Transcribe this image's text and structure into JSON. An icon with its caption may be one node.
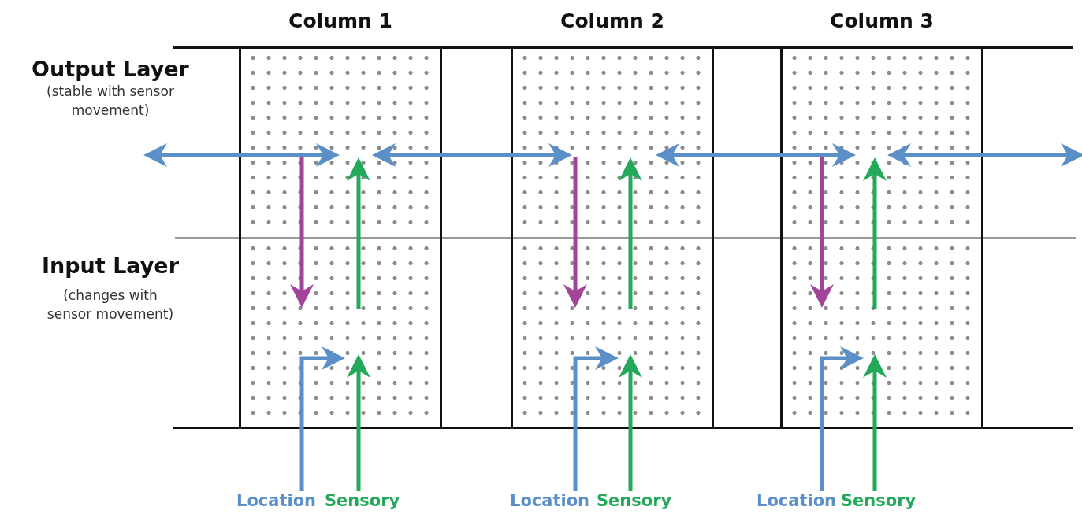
{
  "diagram": {
    "nodes": [
      {
        "text": [
          "Column 1"
        ]
      },
      {
        "text": [],
        "shape": "box",
        "in": 0
      },
      {
        "text": [],
        "shape": "box",
        "in": 0
      },
      {
        "text": [
          "Column 2"
        ]
      },
      {
        "text": [],
        "shape": "box",
        "in": 3
      },
      {
        "text": [],
        "shape": "box",
        "in": 3
      },
      {
        "text": [
          "Column 3"
        ]
      },
      {
        "text": [],
        "shape": "box",
        "in": 6
      },
      {
        "text": [],
        "shape": "box",
        "in": 6
      },
      {
        "text": [
          "Location"
        ]
      },
      {
        "text": [
          "Sensory"
        ]
      },
      {
        "text": [
          "Location"
        ]
      },
      {
        "text": [
          "Sensory"
        ]
      },
      {
        "text": [
          "Location"
        ]
      },
      {
        "text": [
          "Sensory"
        ]
      }
    ],
    "edges": [
      {
        "from": null,
        "to": 1,
        "arrow": "both"
      },
      {
        "from": 1,
        "to": 4,
        "arrow": "both"
      },
      {
        "from": 4,
        "to": 7,
        "arrow": "both"
      },
      {
        "from": 7,
        "to": null,
        "arrow": "both"
      },
      {
        "from": 1,
        "to": 2,
        "arrow": "to",
        "color": "#a2449a"
      },
      {
        "from": 2,
        "to": 1,
        "arrow": "to",
        "color": "#24a85a"
      },
      {
        "from": 9,
        "to": 2,
        "arrow": "to"
      },
      {
        "from": 10,
        "to": 2,
        "arrow": "to",
        "color": "#24a85a"
      },
      {
        "from": 4,
        "to": 5,
        "arrow": "to",
        "color": "#a2449a"
      },
      {
        "from": 5,
        "to": 4,
        "arrow": "to",
        "color": "#24a85a"
      },
      {
        "from": 11,
        "to": 5,
        "arrow": "to"
      },
      {
        "from": 12,
        "to": 5,
        "arrow": "to",
        "color": "#24a85a"
      },
      {
        "from": 7,
        "to": 8,
        "arrow": "to",
        "color": "#a2449a"
      },
      {
        "from": 8,
        "to": 7,
        "arrow": "to",
        "color": "#24a85a"
      },
      {
        "from": 13,
        "to": 8,
        "arrow": "to"
      },
      {
        "from": 14,
        "to": 8,
        "arrow": "to",
        "color": "#24a85a"
      }
    ],
    "labels": [
      "Output Layer",
      "(stable with sensor movement)",
      "Input Layer",
      "(changes with sensor movement)"
    ]
  }
}
